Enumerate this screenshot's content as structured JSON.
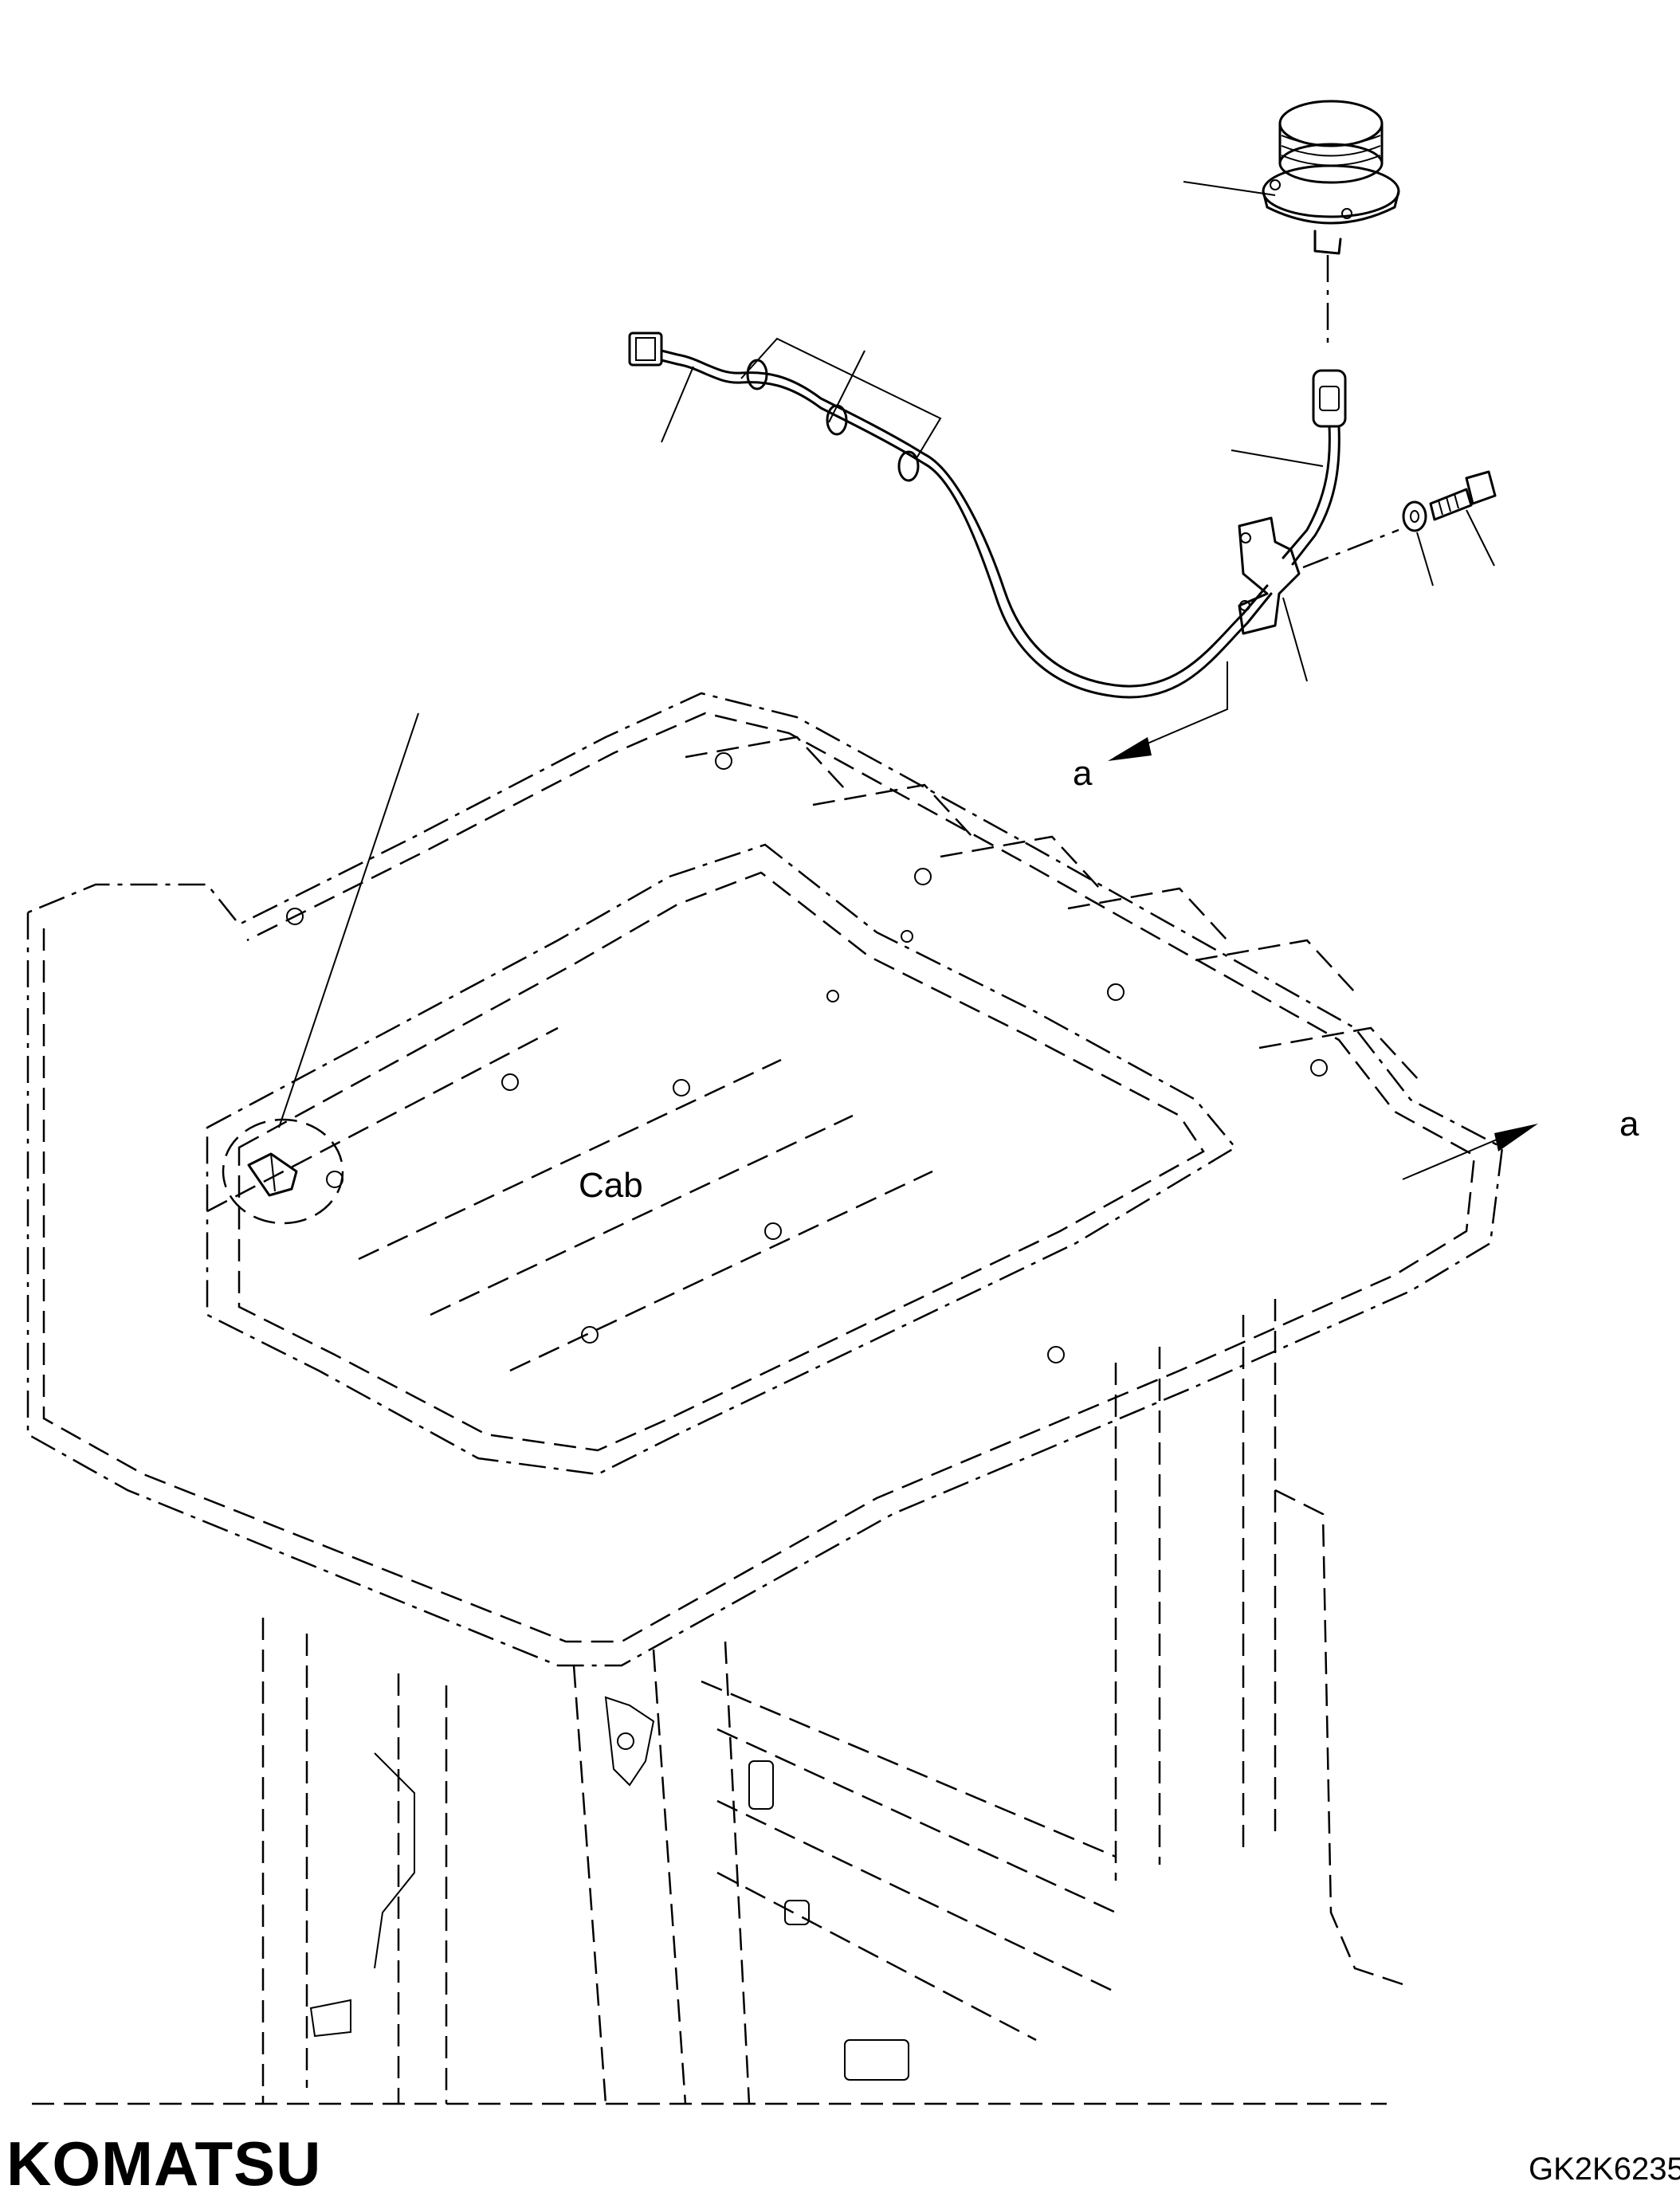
{
  "labels": {
    "cab": "Cab",
    "view_a_top": "a",
    "view_a_right": "a"
  },
  "footer": {
    "brand": "KOMATSU",
    "drawing_code": "GK2K6235"
  }
}
